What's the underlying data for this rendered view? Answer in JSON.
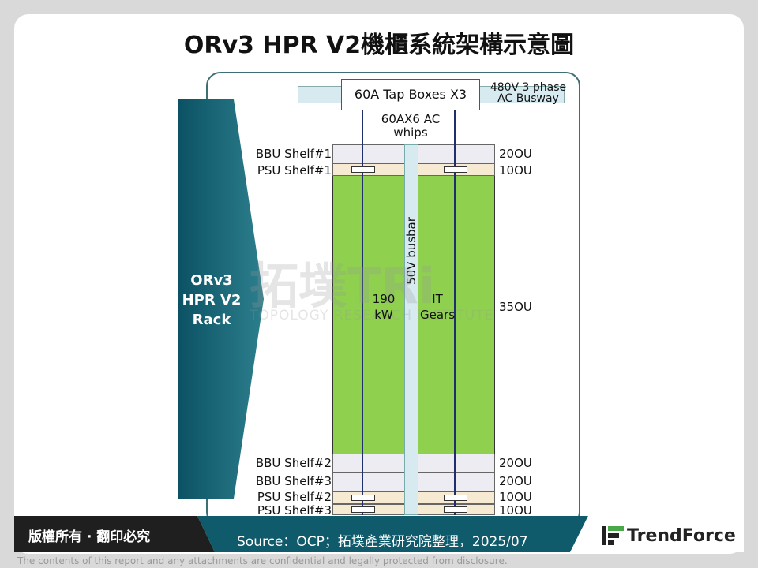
{
  "title": "ORv3 HPR V2機櫃系統架構示意圖",
  "rack_arrow": {
    "lines": [
      "ORv3",
      "HPR V2",
      "Rack"
    ]
  },
  "top": {
    "tap_boxes": "60A Tap Boxes X3",
    "busway_line1": "480V 3 phase",
    "busway_line2": "AC Busway",
    "whips_line1": "60AX6 AC",
    "whips_line2": "whips"
  },
  "shelves": [
    {
      "name": "BBU Shelf#1",
      "size": "20OU"
    },
    {
      "name": "PSU Shelf#1",
      "size": "10OU"
    },
    {
      "name": "BBU Shelf#2",
      "size": "20OU"
    },
    {
      "name": "BBU Shelf#3",
      "size": "20OU"
    },
    {
      "name": "PSU Shelf#2",
      "size": "10OU"
    },
    {
      "name": "PSU Shelf#3",
      "size": "10OU"
    }
  ],
  "it_zone": {
    "power_line1": "190",
    "power_line2": "kW",
    "it_line1": "IT",
    "it_line2": "Gears",
    "size": "35OU"
  },
  "busbar": "50V busbar",
  "watermark": {
    "line1": "拓墣TRi",
    "line2": "TOPOLOGY RESEARCH INSTITUTE"
  },
  "copyright": "版權所有 · 翻印必究",
  "source": "Source：OCP；拓墣產業研究院整理，2025/07",
  "brand": "TrendForce",
  "footer": "The contents of this report and any attachments are confidential and legally protected from disclosure.",
  "colors": {
    "teal": "#0f5a6b",
    "dark_band": "#1f1f1f",
    "it_green": "#8fd14f",
    "accent_green": "#4aa84a"
  }
}
